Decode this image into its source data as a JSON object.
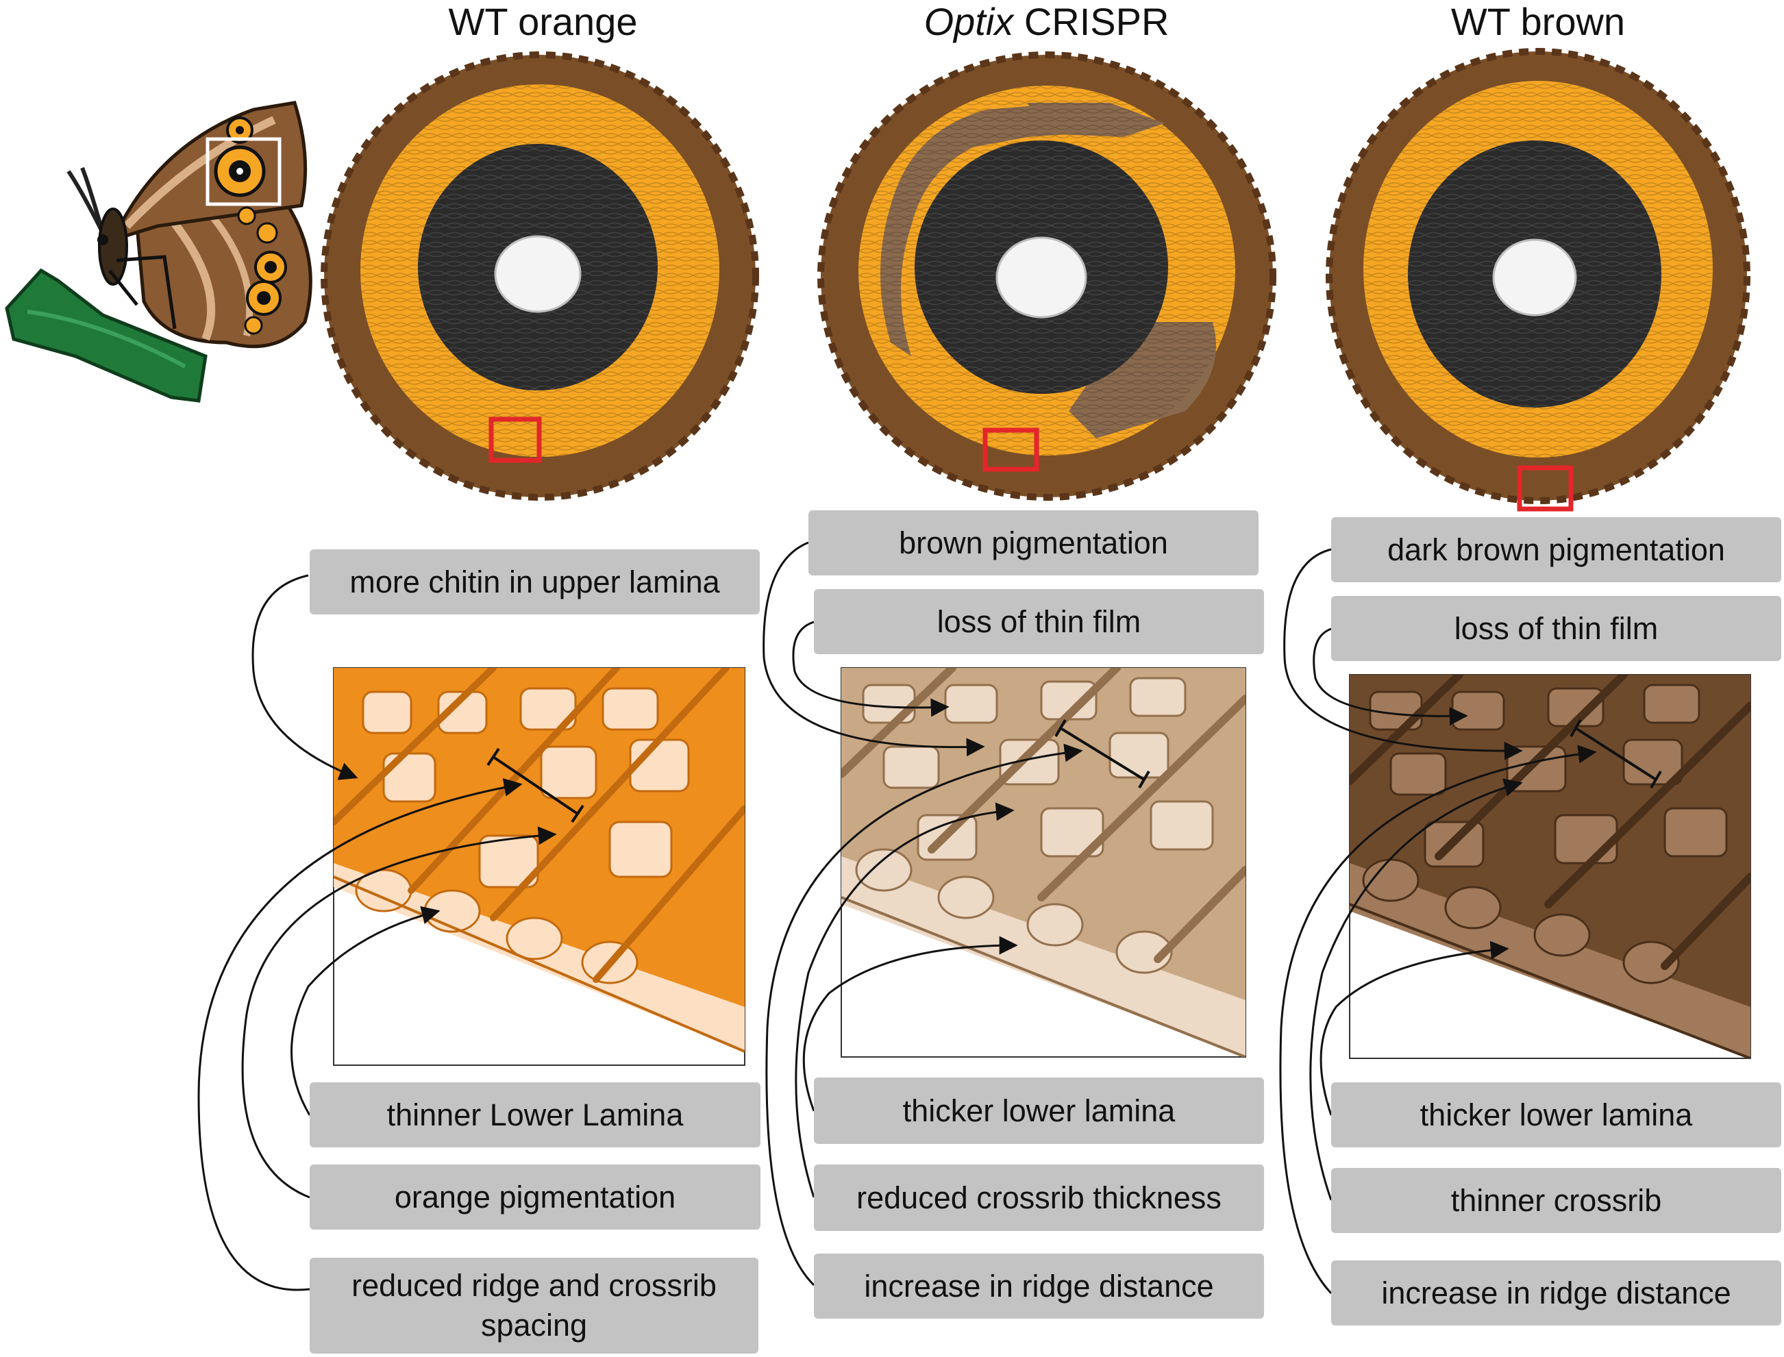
{
  "columns": [
    {
      "title": "WT orange",
      "title_emphasis": "",
      "title_rest": "",
      "palette": {
        "outer": "#7a4f27",
        "ring": "#f5a623",
        "dark": "#2b2b2b",
        "scale": "#ee8e1c",
        "scale_light": "#fde0c4",
        "scale_dark": "#c26a10"
      },
      "labels": [
        "more chitin in upper lamina",
        "thinner Lower Lamina",
        "orange pigmentation",
        "reduced ridge and crossrib spacing"
      ]
    },
    {
      "title": "",
      "title_emphasis": "Optix",
      "title_rest": " CRISPR",
      "palette": {
        "outer": "#7a4f27",
        "ring": "#f5a623",
        "mottle": "#8a6a4e",
        "dark": "#2b2b2b",
        "scale": "#c9a985",
        "scale_light": "#ecd9c6",
        "scale_dark": "#93704d"
      },
      "labels": [
        "brown pigmentation",
        "loss of thin film",
        "thicker lower lamina",
        "reduced crossrib thickness",
        "increase in ridge distance"
      ]
    },
    {
      "title": "WT brown",
      "title_emphasis": "",
      "title_rest": "",
      "palette": {
        "outer": "#7a4f27",
        "ring": "#f5a623",
        "dark": "#2b2b2b",
        "scale": "#6e4a2c",
        "scale_light": "#a07a5a",
        "scale_dark": "#4a2f1a"
      },
      "labels": [
        "dark brown pigmentation",
        "loss of thin film",
        "thicker lower lamina",
        "thinner crossrib",
        "increase in ridge distance"
      ]
    }
  ],
  "colors": {
    "label_box": "#c3c3c3",
    "highlight_box": "#e3262a",
    "wing_brown": "#8a5a33",
    "wing_band": "#d9b088",
    "stem_green": "#1f7a3a",
    "eyespot_ring": "#f5a623"
  }
}
